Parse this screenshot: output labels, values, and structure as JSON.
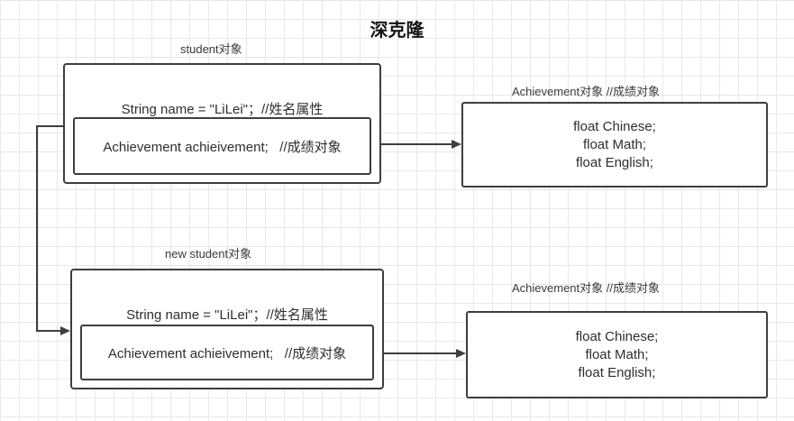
{
  "title": "深克隆",
  "top_group": {
    "box_label": "student对象",
    "name_line": "String name = \"LiLei\"；//姓名属性",
    "achievement_field": "Achievement achieivement;   //成绩对象",
    "achievement_box": {
      "label": "Achievement对象 //成绩对象",
      "lines": [
        "float Chinese;",
        "float Math;",
        "float English;"
      ]
    }
  },
  "bottom_group": {
    "box_label": "new student对象",
    "name_line": "String name = \"LiLei\"；//姓名属性",
    "achievement_field": "Achievement achieivement;   //成绩对象",
    "achievement_box": {
      "label": "Achievement对象 //成绩对象",
      "lines": [
        "float Chinese;",
        "float Math;",
        "float English;"
      ]
    }
  },
  "colors": {
    "line": "#3e3e3e",
    "grid": "#e8e8e8",
    "text": "#2e2e2e"
  }
}
